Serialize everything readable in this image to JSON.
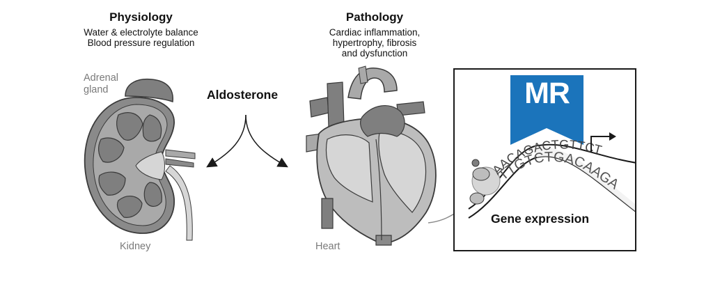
{
  "physiology": {
    "title": "Physiology",
    "line1": "Water & electrolyte balance",
    "line2": "Blood pressure regulation"
  },
  "pathology": {
    "title": "Pathology",
    "line1": "Cardiac inflammation,",
    "line2": "hypertrophy, fibrosis",
    "line3": "and dysfunction"
  },
  "hormone": "Aldosterone",
  "organs": {
    "adrenal_line1": "Adrenal",
    "adrenal_line2": "gland",
    "kidney": "Kidney",
    "heart": "Heart"
  },
  "receptor_panel": {
    "badge": "MR",
    "caption": "Gene expression",
    "dna_top": "AACAGACTGTTCT",
    "dna_bottom": "TTGTCTGACAAGA"
  },
  "colors": {
    "mr_blue": "#1b74bb",
    "organ_dark": "#7f7f7f",
    "organ_mid": "#a9a9a9",
    "organ_light": "#d6d6d6",
    "outline": "#3a3a3a"
  },
  "icons": [
    "adrenal-gland-icon",
    "kidney-icon",
    "heart-icon",
    "dna-helix-icon",
    "receptor-icon",
    "transcription-arrow-icon"
  ]
}
